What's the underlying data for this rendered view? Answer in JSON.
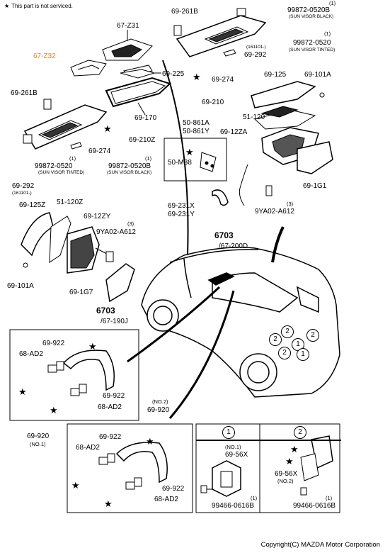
{
  "notice": {
    "star": "★",
    "text": "This part is not serviced."
  },
  "copyright": "Copyright(C) MAZDA Motor Corporation",
  "labels": {
    "p69261B_top": "69-261B",
    "p99872_520B_q": "(1)",
    "p99872_520B": "99872-0520B",
    "sun_visor_black_top": "(SUN VISOR BLACK)",
    "p99872_520_q": "(1)",
    "p99872_520": "99872-0520",
    "sun_visor_tinted_top": "(SUN VISOR TINTED)",
    "p67Z31": "67-Z31",
    "p67Z32": "67-Z32",
    "p161101_top": "(161101-)",
    "p69292_top": "69-292",
    "p69225": "69-225",
    "p69274_top": "69-274",
    "p69210": "69-210",
    "p69125": "69-125",
    "p69101A_top": "69-101A",
    "p69261B_left": "69-261B",
    "p69170": "69-170",
    "p51120": "51-120",
    "p6912ZA": "69-12ZA",
    "p50861A": "50-861A",
    "p50861Y": "50-861Y",
    "p69210Z": "69-210Z",
    "p69274_left": "69-274",
    "p50M38": "50-M38",
    "p99872_520_left_q": "(1)",
    "p99872_520_left": "99872-0520",
    "sun_visor_tinted_left": "(SUN VISOR TINTED)",
    "p99872_520B_left_q": "(1)",
    "p99872_520B_left": "99872-0520B",
    "sun_visor_black_left": "(SUN VISOR BLACK)",
    "p69292_left": "69-292",
    "p161101_left": "(161101-)",
    "p691G1": "69-1G1",
    "p69231X": "69-231X",
    "p69231Y": "69-231Y",
    "p9YA02_A612_right_q": "(3)",
    "p9YA02_A612_right": "9YA02-A612",
    "p69125Z": "69-125Z",
    "p51120Z": "51-120Z",
    "p6912ZY": "69-12ZY",
    "p9YA02_A612_left_q": "(3)",
    "p9YA02_A612_left": "9YA02-A612",
    "ref6703_right": "6703",
    "ref67200D": "/67-200D",
    "p69101A_left": "69-101A",
    "p691G7": "69-1G7",
    "ref6703_left": "6703",
    "ref67190J": "/67-190J",
    "p69922_a": "69-922",
    "p68AD2_a": "68-AD2",
    "p69922_b": "69-922",
    "p68AD2_b": "68-AD2",
    "p69920_no1": "69-920",
    "no1_tag": "(NO.1)",
    "no2_tag": "(NO.2)",
    "p69920_no2": "69-920",
    "p69922_c": "69-922",
    "p68AD2_c": "68-AD2",
    "p69922_d": "69-922",
    "p68AD2_d": "68-AD2",
    "panel1_num": "1",
    "panel2_num": "2",
    "panel1_no": "(NO.1)",
    "panel1_part": "69-56X",
    "panel2_part": "69-56X",
    "panel2_no": "(NO.2)",
    "panel1_bolt_q": "(1)",
    "panel1_bolt": "99466-0616B",
    "panel2_bolt_q": "(1)",
    "panel2_bolt": "99466-0616B"
  },
  "car_callouts": [
    "2",
    "2",
    "1",
    "1",
    "2",
    "2"
  ],
  "star": "★"
}
